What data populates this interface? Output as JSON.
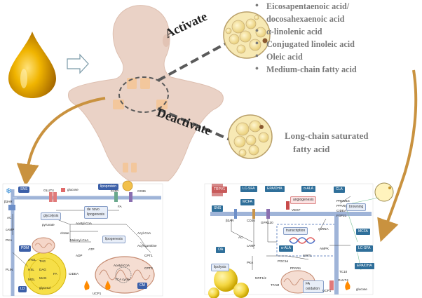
{
  "fatty_acids_activate": [
    "Eicosapentaenoic acid/",
    "docosahexaenoic acid",
    "α-linolenic acid",
    "Conjugated linoleic acid",
    "Oleic acid",
    "Medium-chain fatty acid"
  ],
  "activate_label": "Activate",
  "deactivate_label": "Deactivate",
  "deactivate_fatty_acid_line1": "Long-chain saturated",
  "deactivate_fatty_acid_line2": "fatty acid",
  "left_panel": {
    "tags": {
      "sns": "SNS",
      "pdm": "PDM",
      "ld": "LD",
      "cm": "CM",
      "lipoprotein": "lipoprotein",
      "de_novo": "de novo lipogenesis",
      "lipogenesis": "lipogenesis",
      "glycolysis": "glycolysis"
    },
    "labels": [
      "β3AR",
      "GLUT4",
      "glucose",
      "AC",
      "cAMP",
      "PKA",
      "PLIN",
      "TAG",
      "DAG",
      "MAG",
      "FA",
      "glycerol",
      "pyruvate",
      "Acetyl-CoA",
      "Malonyl-CoA",
      "citrate",
      "ATP",
      "ADP",
      "FATP",
      "CD36",
      "FA",
      "Acyl-CoA",
      "Acyl-carnitine",
      "CPT1",
      "UCP1",
      "CIDEA",
      "ATGL",
      "HSL",
      "MGL",
      "TCA cycle",
      "Acetyl-CoA",
      "CPT2"
    ]
  },
  "right_panel": {
    "tags": {
      "trpv1": "TRPV1",
      "lcsfa": "LC-SFA",
      "epa_dha": "EPA/DHA",
      "a_ala": "α-ALA",
      "cla": "CLA",
      "sns": "SNS",
      "mcfa": "MCFA",
      "oa": "OA",
      "a_ala2": "α-ALA",
      "lipolysis": "lipolysis",
      "mcfa2": "MCFA",
      "lcsfa2": "LC-SFA",
      "epa_dha2": "EPA/DHA",
      "transcription": "transcription",
      "angiogenesis": "angiogenesis",
      "browning": "browning",
      "fa_oxidation": "FA oxidation"
    },
    "labels": [
      "β3AR",
      "CD36",
      "GPR120",
      "VEGF",
      "miRNA",
      "PRDM16",
      "PPARγ",
      "CIDEA",
      "FGF21",
      "AC",
      "cAMP",
      "PKA",
      "PGC1α",
      "SIRT1",
      "AMPK",
      "PPARα",
      "NRF1/2",
      "TFAM",
      "UCP1",
      "GLUT4",
      "glucose",
      "TC10"
    ]
  },
  "colors": {
    "arrow_orange": "#c9923f",
    "dashed_grey": "#5a5a5a",
    "body_skin": "#ead2c6",
    "drop_gold": "#e0a400",
    "fat_cell": "#f7e9b4",
    "blue_tag": "#3b5fa8"
  }
}
